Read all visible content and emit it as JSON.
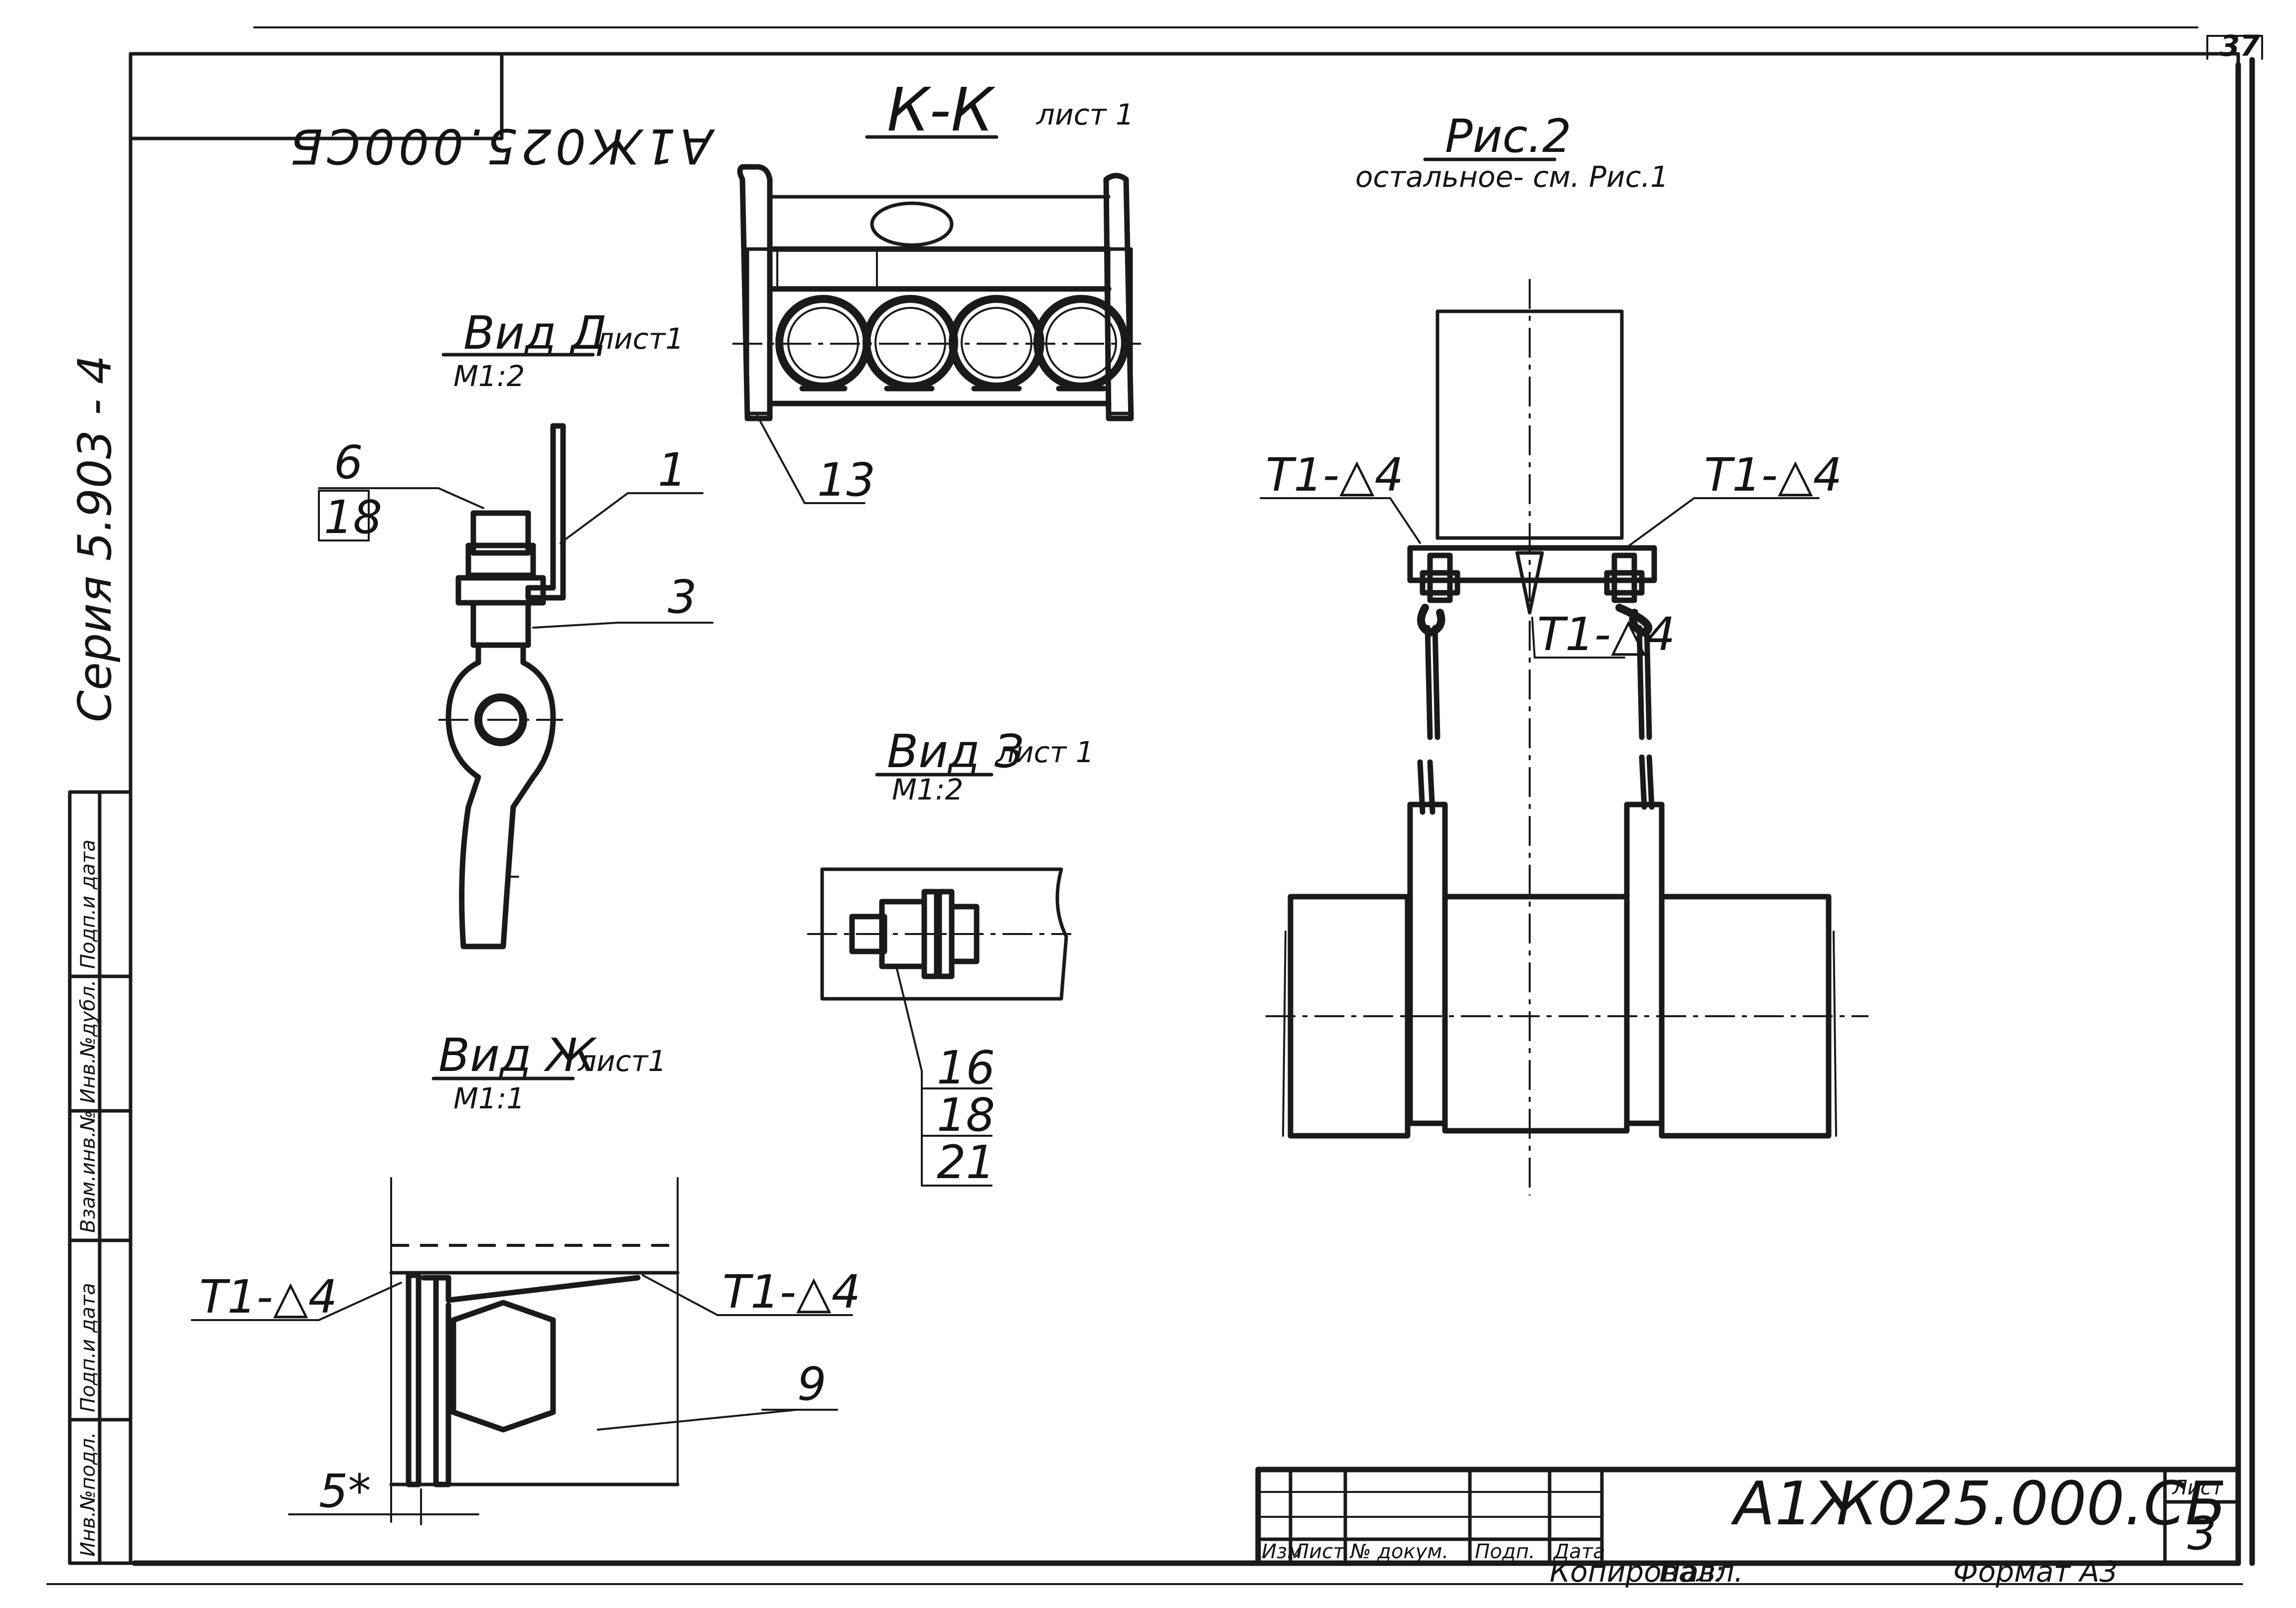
{
  "sheet": {
    "sheet_number": "37",
    "rotated_code": "А1Ж025.000СБ",
    "series": "Серия 5.903 - 4"
  },
  "section_kk": {
    "title": "К-К",
    "ref": "лист 1",
    "callout": "13"
  },
  "view_d": {
    "title": "Вид Д",
    "ref": "лист1",
    "scale": "М1:2",
    "callouts": [
      "6",
      "18",
      "1",
      "3"
    ]
  },
  "view_z": {
    "title": "Вид З",
    "ref": "лист 1",
    "scale": "М1:2",
    "callouts": [
      "16",
      "18",
      "21"
    ]
  },
  "view_zh": {
    "title": "Вид Ж",
    "ref": "лист1",
    "scale": "М1:1",
    "weld_left": "Т1-△4",
    "weld_right": "Т1-△4",
    "callout": "9",
    "dimension": "5*"
  },
  "fig2": {
    "title": "Рис.2",
    "note": "остальное- см. Рис.1",
    "weld_left": "Т1-△4",
    "weld_right": "Т1-△4",
    "weld_center": "Т1-△4"
  },
  "side_stamp": {
    "cells": [
      "Инв.№подл.",
      "Подп.и дата",
      "Взам.инв.№",
      "Инв.№дубл.",
      "Подп.и дата"
    ]
  },
  "title_block": {
    "headers": [
      "Изм",
      "Лист",
      "№ докум.",
      "Подп.",
      "Дата"
    ],
    "designation": "А1Ж025.000.СБ",
    "sheet_label": "Лист",
    "sheet_value": "3",
    "copied_label": "Копировал:",
    "copied_sign": "Павл.",
    "format_label": "Формат А3"
  },
  "icons": {
    "weld_symbol": "triangle-weld-icon",
    "hex_nut": "hex-nut-icon"
  }
}
